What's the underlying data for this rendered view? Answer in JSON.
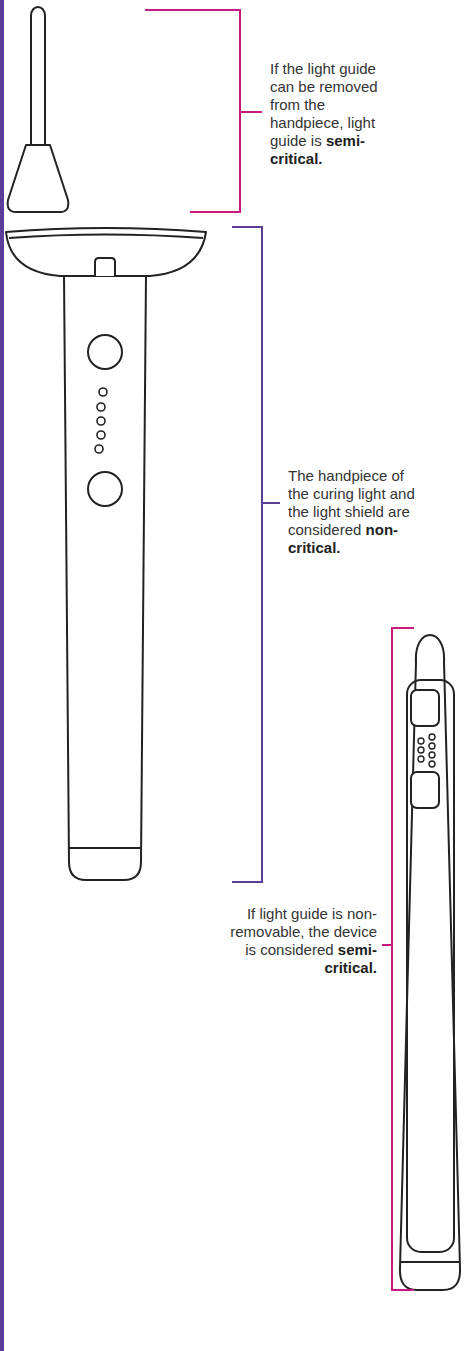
{
  "diagram": {
    "labels": [
      "If the light guide can be removed from the handpiece, light guide is",
      "semi-critical.",
      "The handpiece of the curing light and the light shield are considered",
      "non-critical.",
      "If light guide is non-removable, the device is considered",
      "semi-critical."
    ]
  }
}
